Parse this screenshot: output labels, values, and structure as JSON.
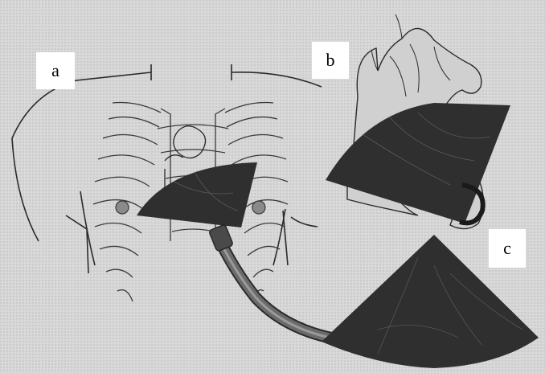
{
  "figure": {
    "labels": {
      "a": "a",
      "b": "b",
      "c": "c"
    },
    "colors": {
      "background": "#d9d9d9",
      "line": "#2a2a2a",
      "sector": "#2f2f2f",
      "probe": "#555555",
      "label_box": "#ffffff"
    }
  }
}
